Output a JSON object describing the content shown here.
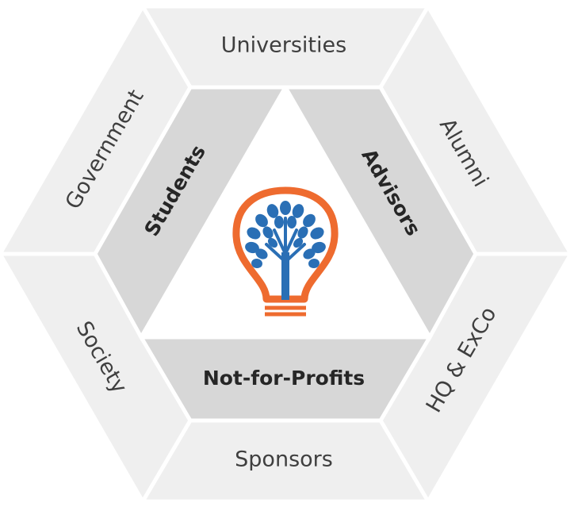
{
  "stakeholders": {
    "outer": {
      "top": "Universities",
      "upper_left": "Government",
      "upper_right": "Alumni",
      "lower_left": "Society",
      "lower_right": "HQ & ExCo",
      "bottom": "Sponsors"
    },
    "inner": {
      "left": "Students",
      "right": "Advisors",
      "bottom": "Not-for-Profits"
    }
  },
  "logo": {
    "icon": "lightbulb-tree-icon",
    "bulb_color": "#ee6b2f",
    "tree_color": "#2a6fb5"
  },
  "colors": {
    "outer_fill": "#efefef",
    "inner_fill": "#d7d7d7",
    "separator": "#ffffff"
  }
}
